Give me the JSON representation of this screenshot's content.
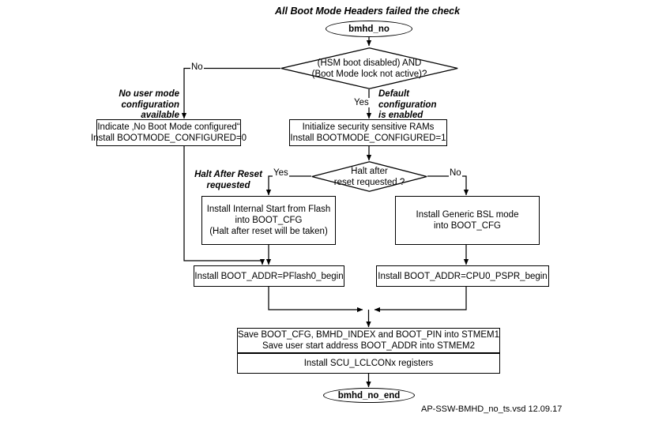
{
  "diagram": {
    "title": "All Boot Mode Headers failed the check",
    "footer": "AP-SSW-BMHD_no_ts.vsd 12.09.17",
    "stroke_color": "#000000",
    "background_color": "#ffffff"
  },
  "nodes": {
    "start": {
      "label": "bmhd_no",
      "shape": "terminator"
    },
    "decision1": {
      "line1": "(HSM boot disabled) AND",
      "line2": "(Boot Mode lock not active)?",
      "shape": "decision"
    },
    "no_boot_mode": {
      "line1": "Indicate ‚No Boot Mode configured“",
      "line2": "Install BOOTMODE_CONFIGURED=0",
      "shape": "process"
    },
    "init_rams": {
      "line1": "Initialize security sensitive RAMs",
      "line2": "Install BOOTMODE_CONFIGURED=1",
      "shape": "process"
    },
    "decision2": {
      "line1": "Halt after",
      "line2": "reset requested ?",
      "shape": "decision"
    },
    "internal_start": {
      "line1": "Install Internal Start from Flash",
      "line2": "into BOOT_CFG",
      "line3": "(Halt after reset will be taken)",
      "shape": "process"
    },
    "generic_bsl": {
      "line1": "Install Generic BSL mode",
      "line2": "into BOOT_CFG",
      "shape": "process"
    },
    "boot_addr_pflash": {
      "line1": "Install BOOT_ADDR=PFlash0_begin",
      "shape": "process"
    },
    "boot_addr_pspr": {
      "line1": "Install BOOT_ADDR=CPU0_PSPR_begin",
      "shape": "process"
    },
    "save_stmem": {
      "line1": "Save BOOT_CFG, BMHD_INDEX and BOOT_PIN into STMEM1",
      "line2": "Save user start address BOOT_ADDR into STMEM2",
      "shape": "process"
    },
    "install_lclcon": {
      "line1": "Install SCU_LCLCONx registers",
      "shape": "process"
    },
    "end": {
      "label": "bmhd_no_end",
      "shape": "terminator"
    }
  },
  "edge_labels": {
    "d1_no": "No",
    "d1_yes": "Yes",
    "d2_yes": "Yes",
    "d2_no": "No"
  },
  "captions": {
    "no_user_mode": {
      "line1": "No user mode",
      "line2": "configuration",
      "line3": "available"
    },
    "default_config": {
      "line1": "Default",
      "line2": "configuration",
      "line3": "is enabled"
    },
    "halt_after_reset": {
      "line1": "Halt After Reset",
      "line2": "requested"
    }
  }
}
